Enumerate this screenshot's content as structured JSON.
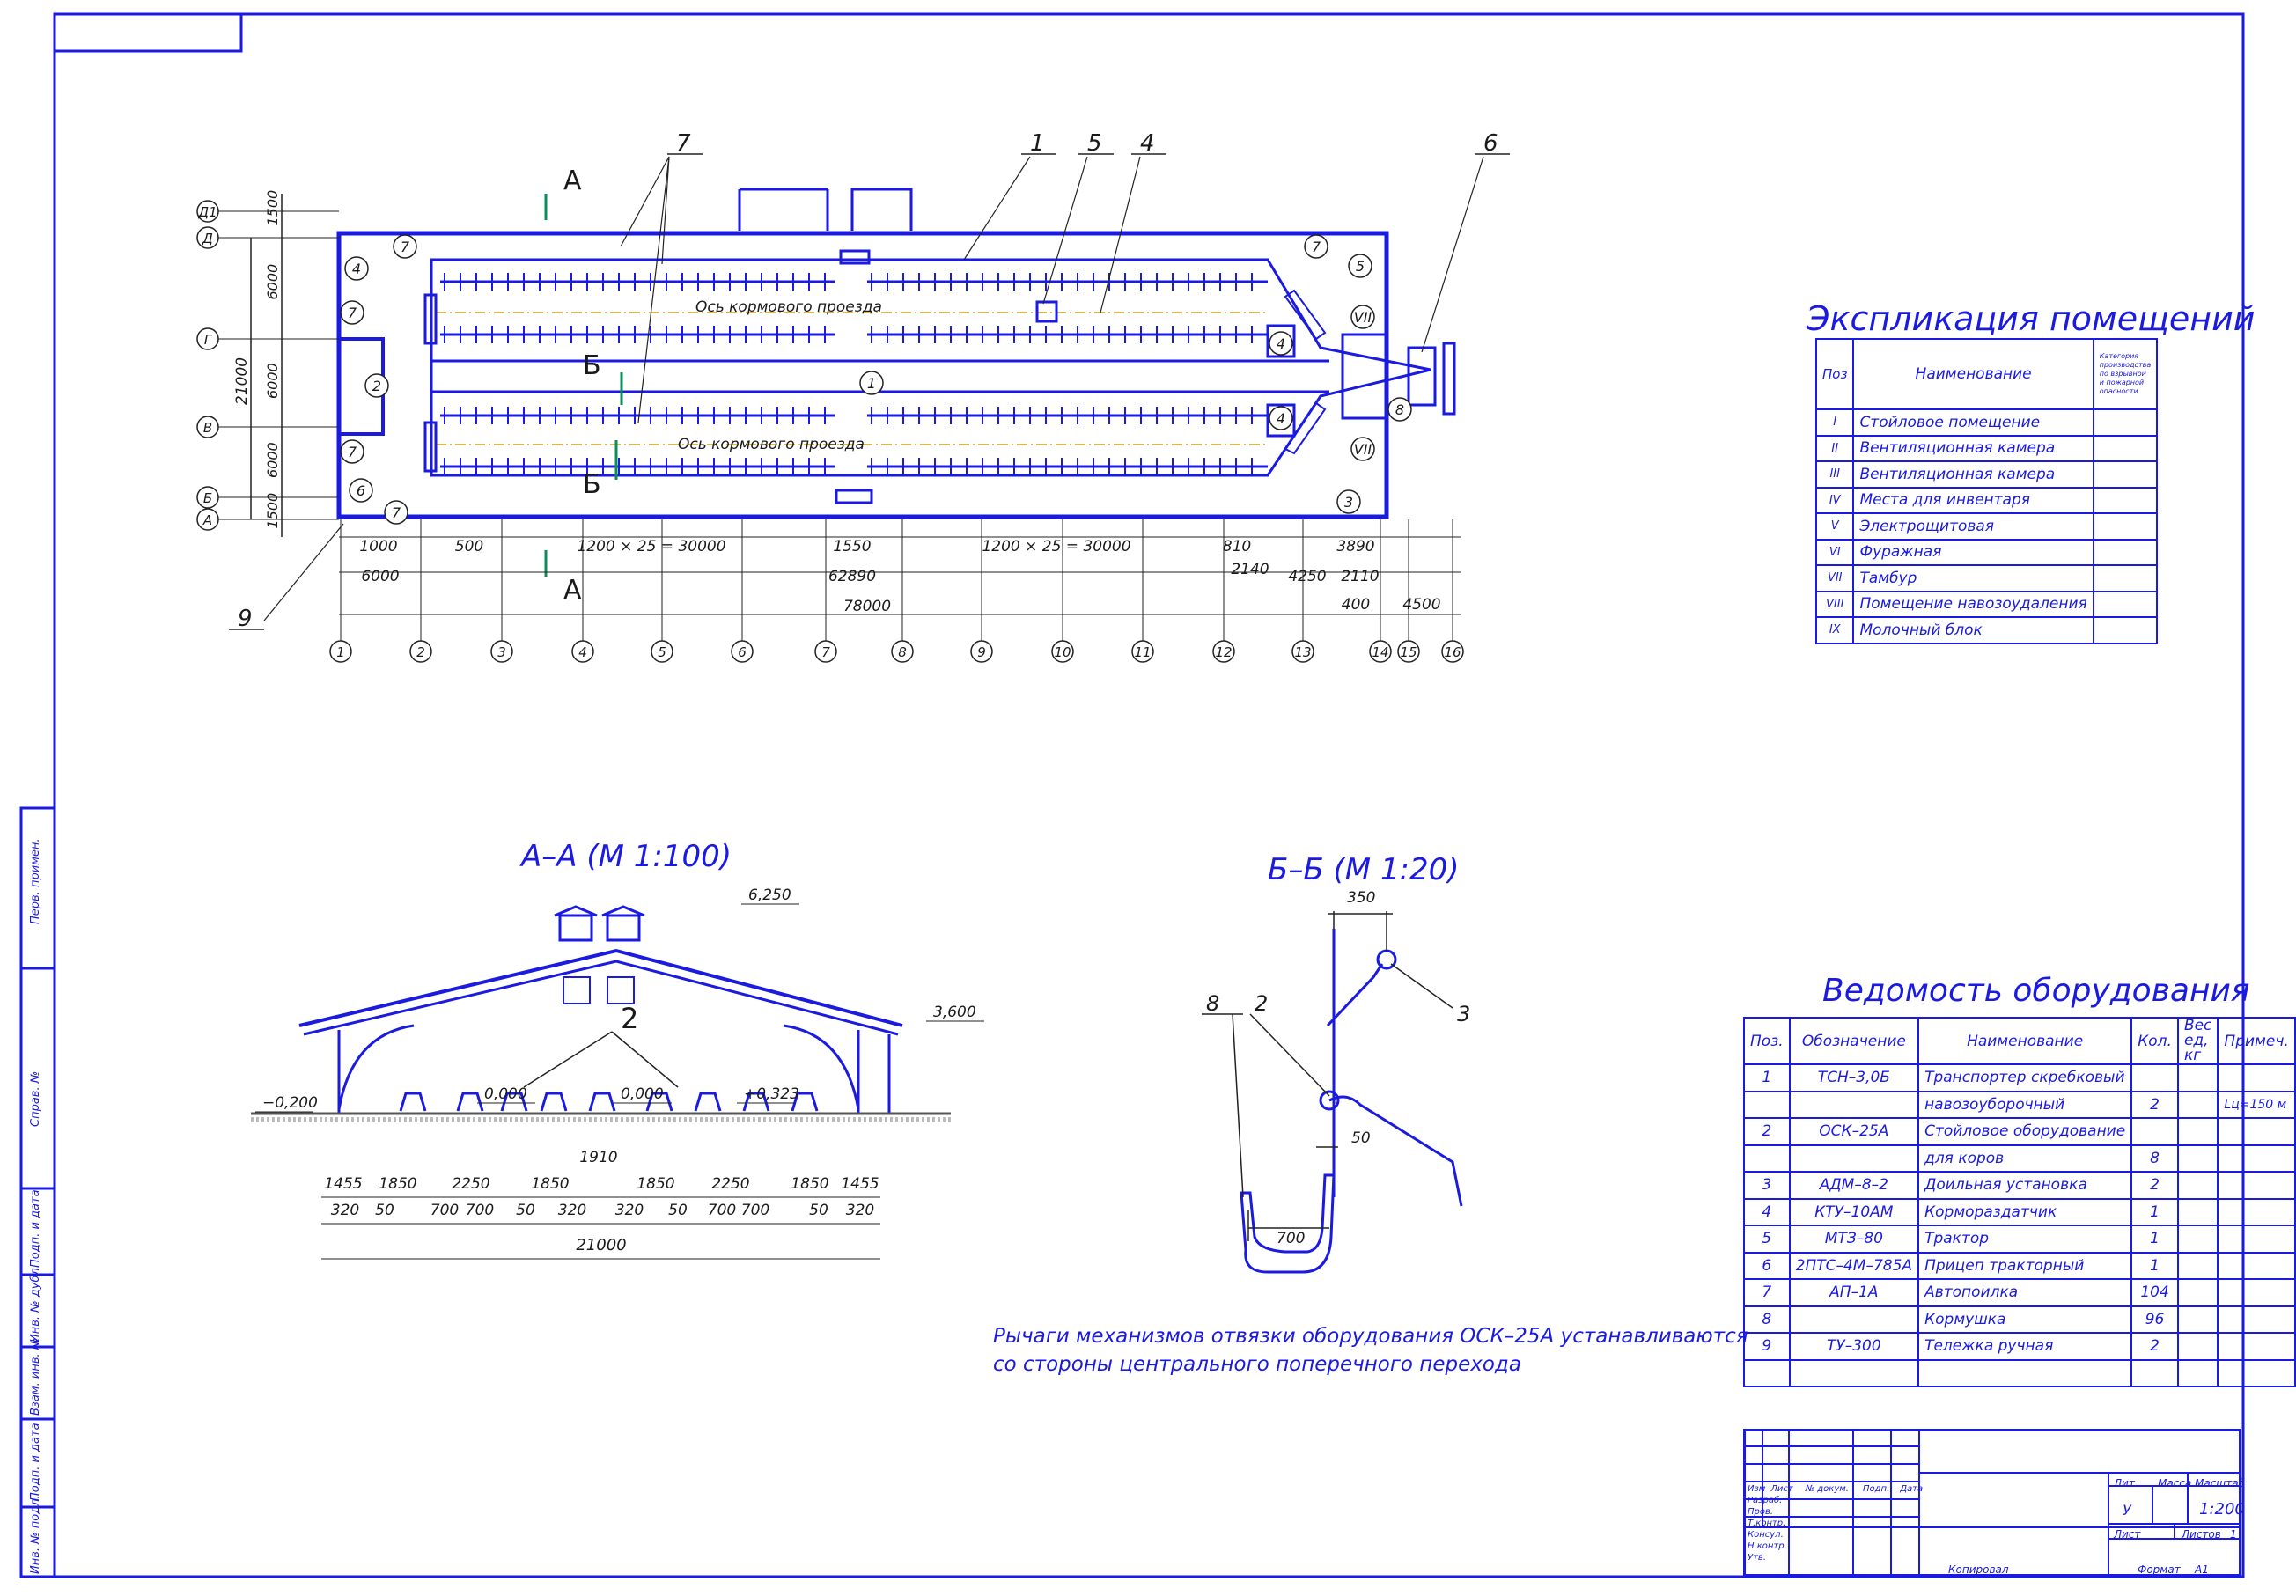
{
  "titles": {
    "explication": "Экспликация помещений",
    "equipment": "Ведомость оборудования",
    "section_aa": "А–А (М 1:100)",
    "section_bb": "Б–Б (М 1:20)",
    "note1": "Рычаги механизмов отвязки оборудования ОСК–25А устанавливаются",
    "note2": "со стороны центрального поперечного перехода"
  },
  "plan": {
    "axis_label": "Ось кормового проезда",
    "row_axes": [
      "Д1",
      "Д",
      "Г",
      "В",
      "Б",
      "А"
    ],
    "row_dims": [
      "1500",
      "6000",
      "6000",
      "6000",
      "1500"
    ],
    "total_height": "21000",
    "col_axes": [
      "1",
      "2",
      "3",
      "4",
      "5",
      "6",
      "7",
      "8",
      "9",
      "10",
      "11",
      "12",
      "13",
      "14",
      "15",
      "16"
    ],
    "dims_top": [
      "1000",
      "500",
      "1200 × 25 = 30000",
      "1550",
      "1200 × 25 = 30000",
      "810",
      "3890"
    ],
    "dims_mid": [
      "6000",
      "62890",
      "2140",
      "4250",
      "2110"
    ],
    "dims_bot": [
      "78000",
      "400",
      "4500"
    ],
    "section_marks": [
      "А",
      "А",
      "Б",
      "Б"
    ],
    "room_marks": [
      "4",
      "2",
      "6",
      "7",
      "7",
      "7",
      "7",
      "7",
      "5",
      "VII",
      "4",
      "4",
      "VII",
      "3",
      "8",
      "1"
    ],
    "callouts": [
      "7",
      "1",
      "5",
      "4",
      "6",
      "9"
    ]
  },
  "section_aa": {
    "levels": [
      "6,250",
      "3,600",
      "−0,200",
      "0,000",
      "0,000",
      "+0,323"
    ],
    "dims_top": [
      "1455",
      "1850",
      "2250",
      "1850",
      "1910",
      "1850",
      "2250",
      "1850",
      "1455"
    ],
    "dims_bot": [
      "320",
      "50",
      "700",
      "700",
      "50",
      "320",
      "320",
      "50",
      "700",
      "700",
      "50",
      "320"
    ],
    "total": "21000",
    "callout": "2"
  },
  "section_bb": {
    "dims": [
      "350",
      "50",
      "700"
    ],
    "callouts": [
      "8",
      "2",
      "3"
    ]
  },
  "explication": {
    "headers": [
      "Поз",
      "Наименование",
      "Категория производства по взрывной и пожарной опасности"
    ],
    "rows": [
      [
        "I",
        "Стойловое помещение"
      ],
      [
        "II",
        "Вентиляционная камера"
      ],
      [
        "III",
        "Вентиляционная камера"
      ],
      [
        "IV",
        "Места для инвентаря"
      ],
      [
        "V",
        "Электрощитовая"
      ],
      [
        "VI",
        "Фуражная"
      ],
      [
        "VII",
        "Тамбур"
      ],
      [
        "VIII",
        "Помещение навозоудаления"
      ],
      [
        "IX",
        "Молочный блок"
      ]
    ]
  },
  "equipment": {
    "headers": [
      "Поз.",
      "Обозначение",
      "Наименование",
      "Кол.",
      "Вес ед, кг",
      "Примеч."
    ],
    "rows": [
      [
        "1",
        "ТСН–3,0Б",
        "Транспортер скребковый",
        "",
        " ",
        ""
      ],
      [
        "",
        "",
        "навозоуборочный",
        "2",
        "",
        "Lц=150 м"
      ],
      [
        "2",
        "ОСК–25А",
        "Стойловое оборудование",
        "",
        "",
        ""
      ],
      [
        "",
        "",
        "для коров",
        "8",
        "",
        ""
      ],
      [
        "3",
        "АДМ–8–2",
        "Доильная установка",
        "2",
        "",
        ""
      ],
      [
        "4",
        "КТУ–10АМ",
        "Кормораздатчик",
        "1",
        "",
        ""
      ],
      [
        "5",
        "МТЗ–80",
        "Трактор",
        "1",
        "",
        ""
      ],
      [
        "6",
        "2ПТС–4М–785А",
        "Прицеп тракторный",
        "1",
        "",
        ""
      ],
      [
        "7",
        "АП–1А",
        "Автопоилка",
        "104",
        "",
        ""
      ],
      [
        "8",
        "",
        "Кормушка",
        "96",
        "",
        ""
      ],
      [
        "9",
        "ТУ–300",
        "Тележка ручная",
        "2",
        "",
        ""
      ],
      [
        "",
        "",
        "",
        "",
        "",
        ""
      ]
    ]
  },
  "stamp": {
    "cols": [
      "Изм",
      "Лист",
      "№ докум.",
      "Подп.",
      "Дата"
    ],
    "roles": [
      "Разраб.",
      "Пров.",
      "Т.контр.",
      "Консул.",
      "Н.контр.",
      "Утв."
    ],
    "lit": "Лит.",
    "mass": "Масса",
    "scale_label": "Масштаб",
    "lit_value": "У",
    "scale": "1:200",
    "sheet": "Лист",
    "sheets": "Листов",
    "sheets_value": "1",
    "copied": "Копировал",
    "format_label": "Формат",
    "format": "А1"
  },
  "side": {
    "labels": [
      "Перв. примен.",
      "Справ. №",
      "Подп. и дата",
      "Инв. № дубл.",
      "Взам. инв. №",
      "Подп. и дата",
      "Инв. № подл."
    ]
  }
}
